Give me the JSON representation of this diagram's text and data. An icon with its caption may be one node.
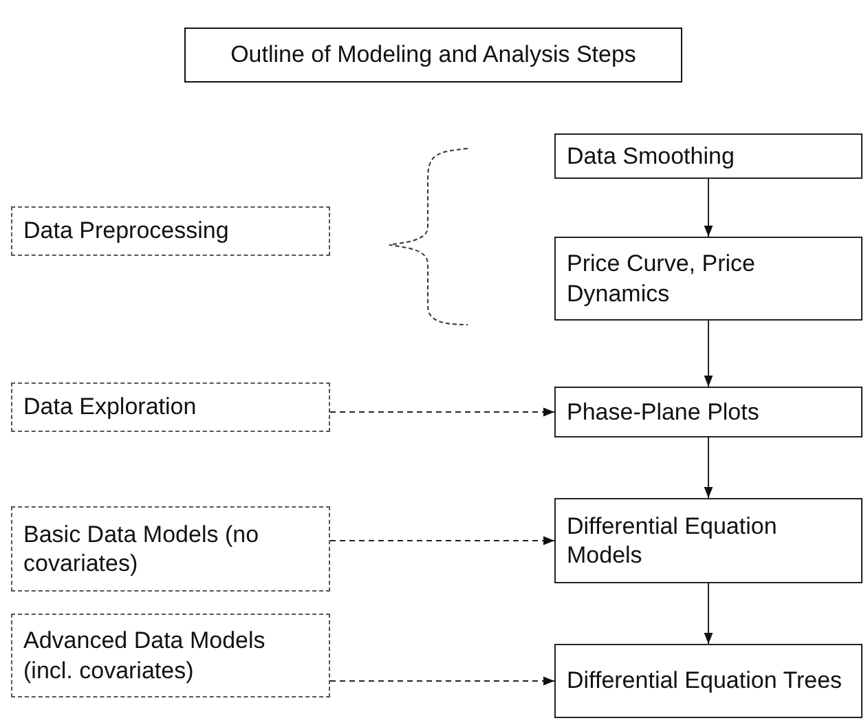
{
  "diagram": {
    "title": "Outline of Modeling and Analysis Steps",
    "nodes": [
      {
        "text": [
          "Data Preprocessing"
        ]
      },
      {
        "text": [
          "Data Smoothing"
        ]
      },
      {
        "text": [
          "Price Curve, Price Dynamics"
        ]
      },
      {
        "text": [
          "Data Exploration"
        ]
      },
      {
        "text": [
          "Phase-Plane Plots"
        ]
      },
      {
        "text": [
          "Basic Data Models (no covariates)"
        ]
      },
      {
        "text": [
          "Differential Equation Models"
        ]
      },
      {
        "text": [
          "Advanced Data Models (incl. covariates)"
        ]
      },
      {
        "text": [
          "Differential Equation Trees"
        ]
      }
    ],
    "edges": [
      {
        "from": 1,
        "to": 2,
        "arrow": "to"
      },
      {
        "from": 2,
        "to": 4,
        "arrow": "to"
      },
      {
        "from": 4,
        "to": 6,
        "arrow": "to"
      },
      {
        "from": 6,
        "to": 8,
        "arrow": "to"
      },
      {
        "from": 3,
        "to": 4,
        "arrow": "to",
        "style": "dashed"
      },
      {
        "from": 5,
        "to": 6,
        "arrow": "to",
        "style": "dashed"
      },
      {
        "from": 7,
        "to": 8,
        "arrow": "to",
        "style": "dashed"
      }
    ]
  }
}
